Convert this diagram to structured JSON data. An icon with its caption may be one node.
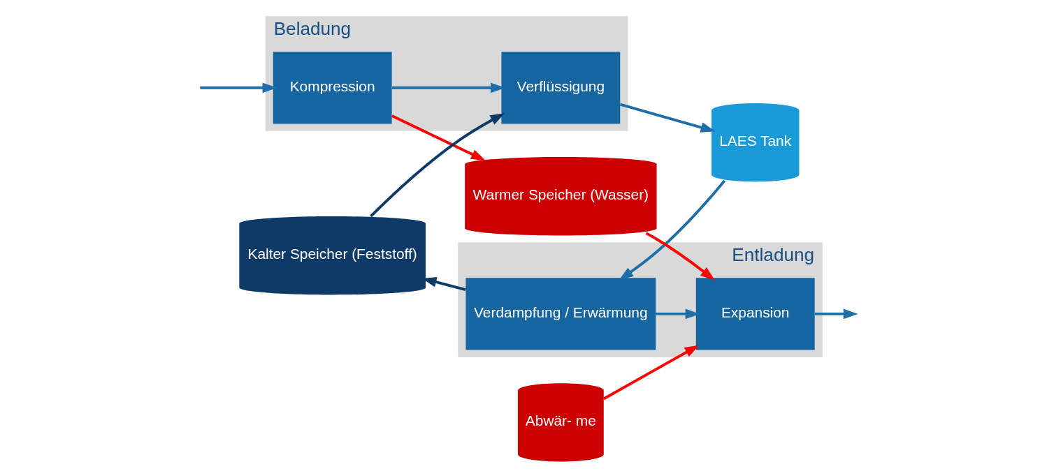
{
  "diagram": {
    "nodes": [
      {
        "text": [
          "Beladung"
        ]
      },
      {
        "text": [
          "Kompression"
        ],
        "in": 0
      },
      {
        "text": [
          "Verflüssigung"
        ],
        "in": 0
      },
      {
        "text": [
          "LAES Tank"
        ]
      },
      {
        "text": [
          "Entladung"
        ]
      },
      {
        "text": [
          "Verdampfung / Erwärmung"
        ],
        "in": 4
      },
      {
        "text": [
          "Expansion"
        ],
        "in": 4
      },
      {
        "text": [
          "Abwär- me"
        ]
      },
      {
        "text": [
          "Kalter Speicher (Feststoff)"
        ]
      },
      {
        "text": [
          "Warmer Speicher (Wasser)"
        ]
      }
    ],
    "edges": [
      {
        "from": null,
        "to": 1,
        "arrow": "to"
      },
      {
        "from": 1,
        "to": 2,
        "arrow": "to"
      },
      {
        "from": 2,
        "to": 3,
        "arrow": "to"
      },
      {
        "from": 3,
        "to": 5,
        "arrow": "to"
      },
      {
        "from": 5,
        "to": 6,
        "arrow": "to"
      },
      {
        "from": 6,
        "to": null,
        "arrow": "to"
      },
      {
        "from": 7,
        "to": 6,
        "arrow": "to",
        "color": "#ff0000"
      },
      {
        "from": 1,
        "to": 9,
        "arrow": "to",
        "color": "#ff0000"
      },
      {
        "from": 9,
        "to": 6,
        "arrow": "to",
        "color": "#ff0000"
      },
      {
        "from": 5,
        "to": 8,
        "arrow": "to",
        "color": "#0d3a66"
      },
      {
        "from": 8,
        "to": 2,
        "arrow": "to",
        "color": "#0d3a66"
      }
    ]
  }
}
